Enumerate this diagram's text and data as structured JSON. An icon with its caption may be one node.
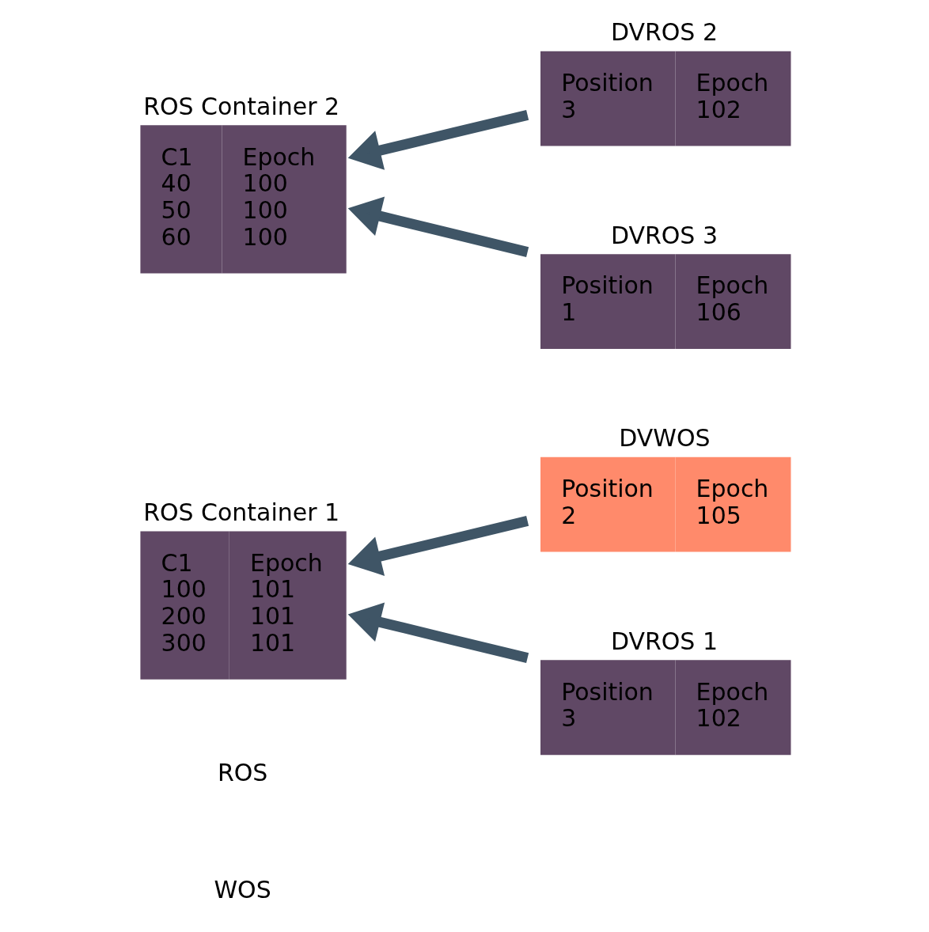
{
  "diagram": {
    "nodes": [
      {
        "text": [
          "DVWOS",
          "Position 2",
          "Epoch 105"
        ]
      },
      {
        "text": [
          "ROS Container 1",
          "C1 100 200 300",
          "Epoch 101 101 101"
        ]
      },
      {
        "text": [
          "DVROS 1",
          "Position 3",
          "Epoch 102"
        ]
      },
      {
        "text": [
          "ROS Container 2",
          "C1 40 50 60",
          "Epoch 100 100 100"
        ]
      },
      {
        "text": [
          "DVROS 2",
          "Position 3",
          "Epoch 102"
        ]
      },
      {
        "text": [
          "DVROS 3",
          "Position 1",
          "Epoch 106"
        ]
      }
    ],
    "edges": [
      {
        "from": 0,
        "to": 1,
        "arrow": "to"
      },
      {
        "from": 2,
        "to": 1,
        "arrow": "to"
      },
      {
        "from": 4,
        "to": 3,
        "arrow": "to"
      },
      {
        "from": 5,
        "to": 3,
        "arrow": "to"
      }
    ],
    "labels": [
      "WOS",
      "ROS"
    ]
  }
}
